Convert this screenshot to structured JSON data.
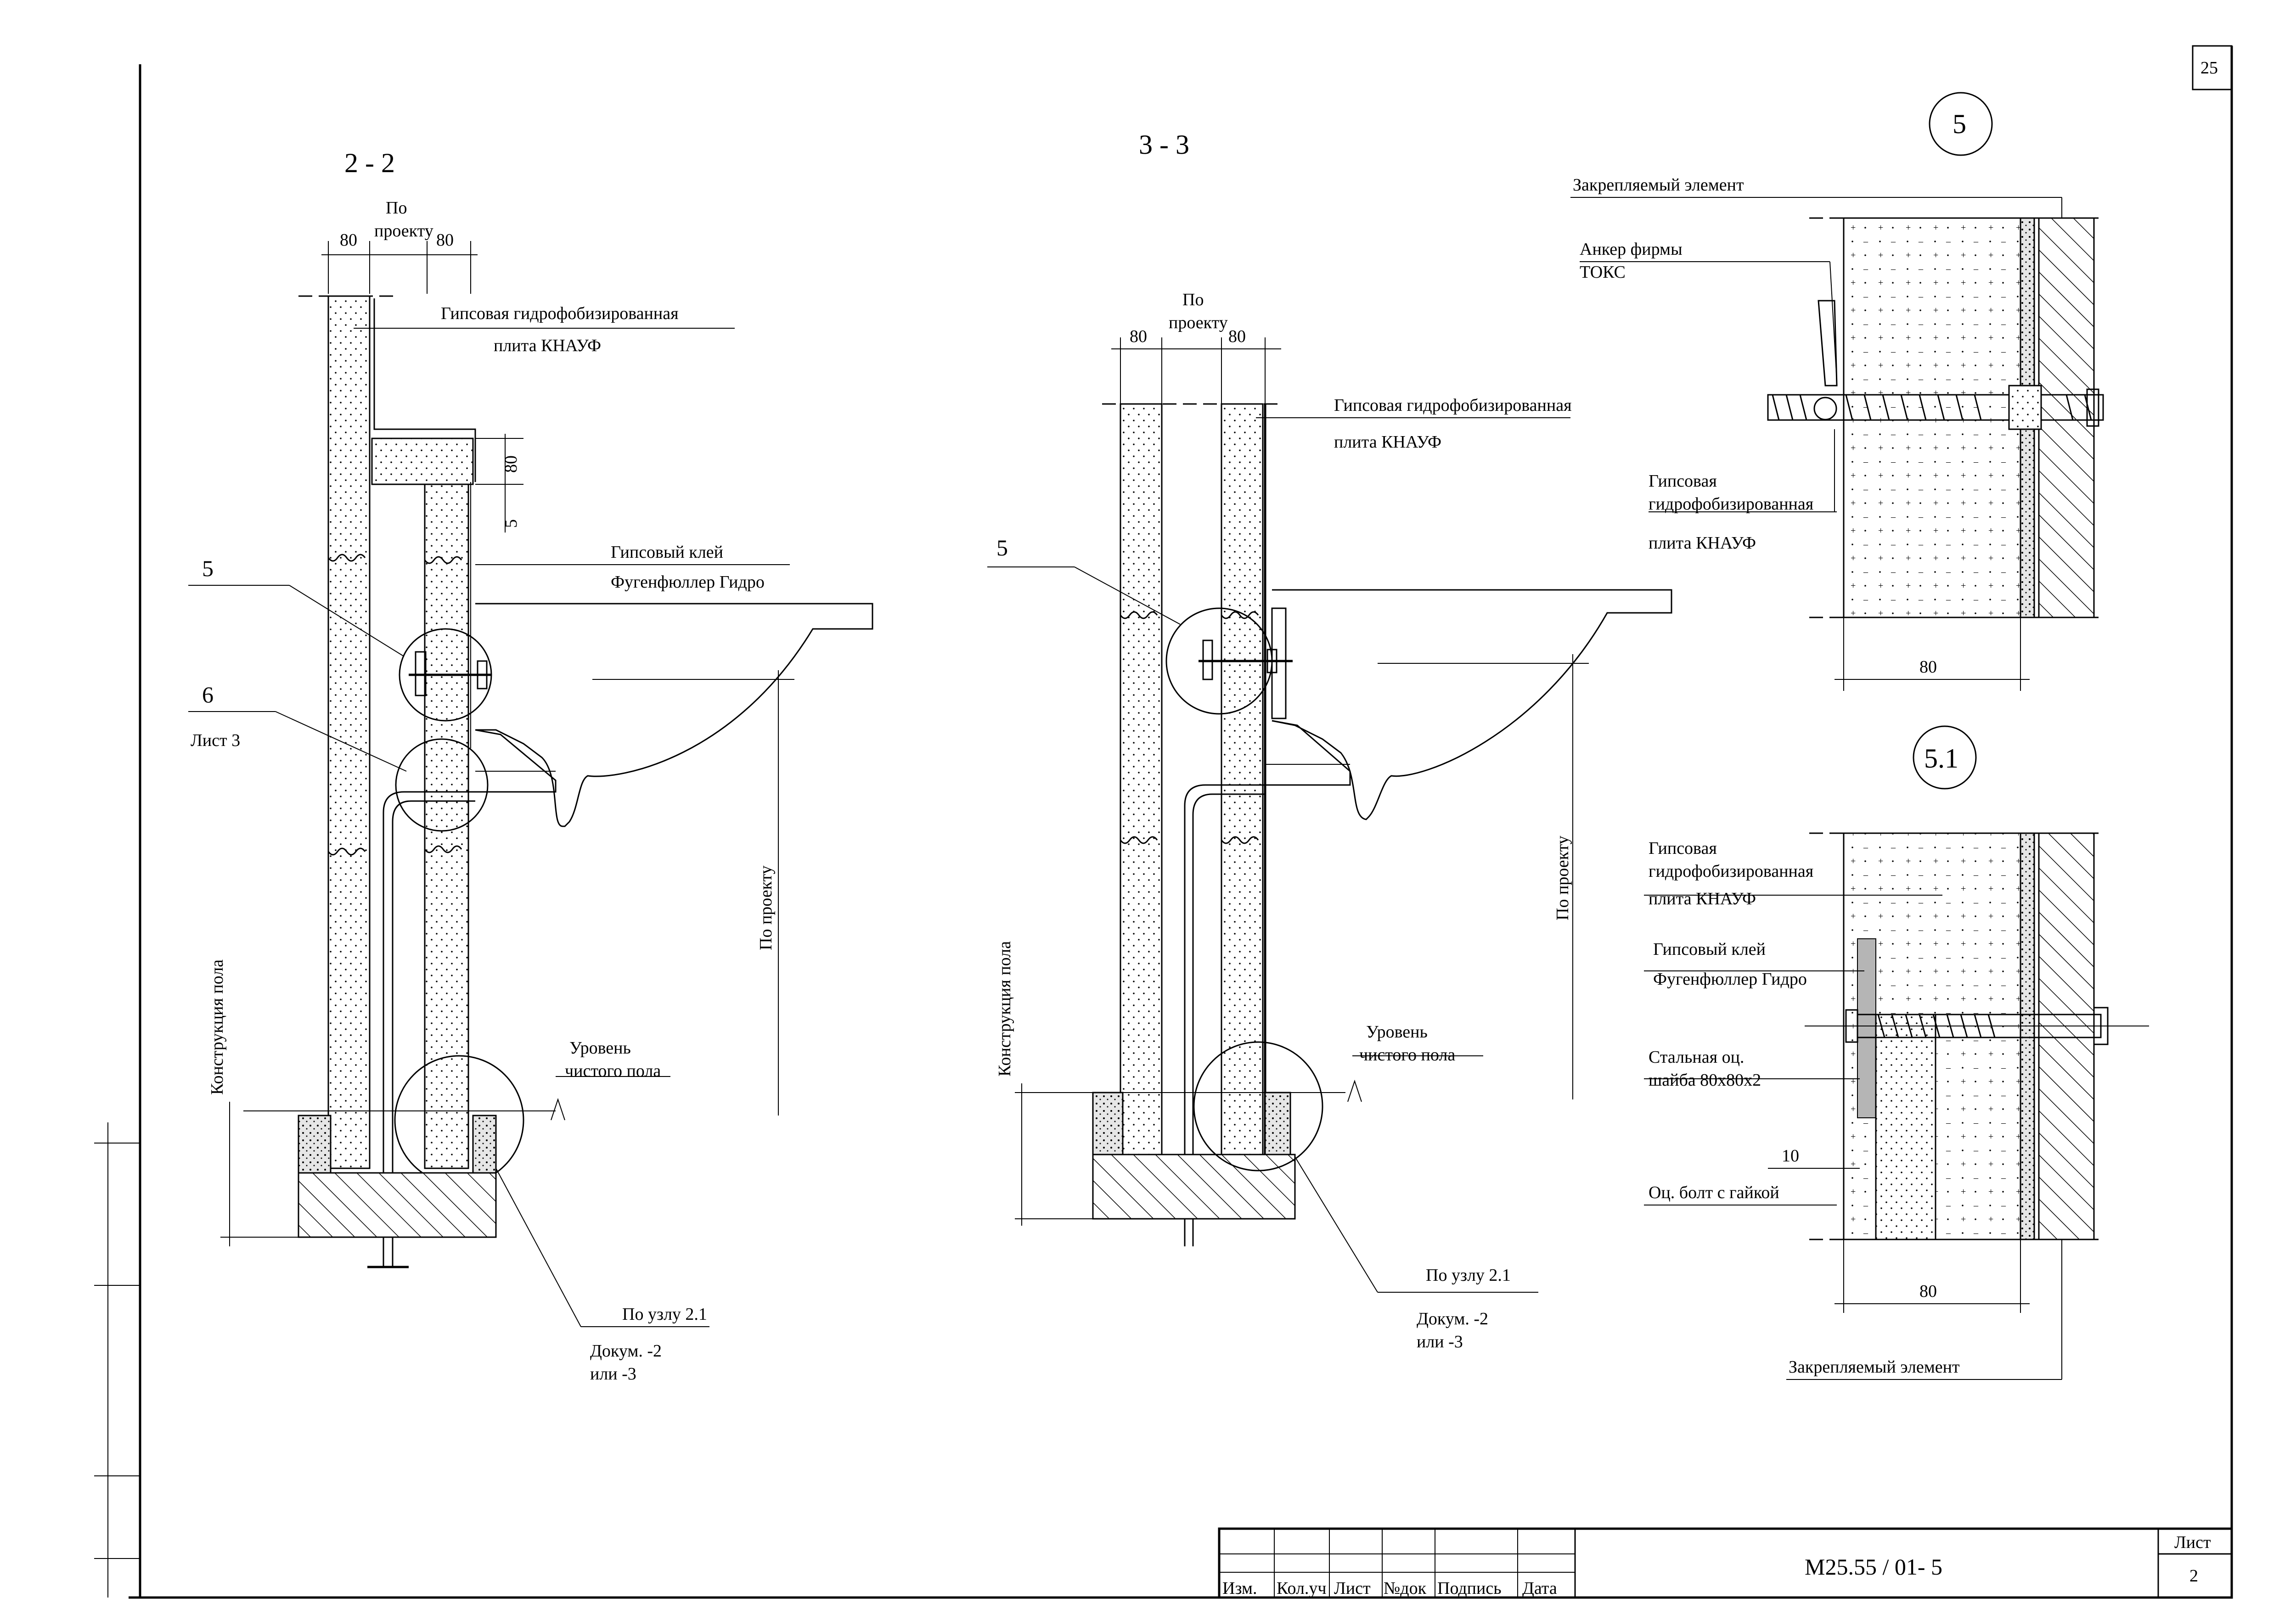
{
  "sheet_number": "25",
  "section_2_2": {
    "title": "2 - 2",
    "dim_left": "80",
    "dim_center_1": "По",
    "dim_center_2": "проекту",
    "dim_right": "80",
    "label_plate_1": "Гипсовая гидрофобизированная",
    "label_plate_2": "плита КНАУФ",
    "dim_80_vert": "80",
    "dim_5_vert": "5",
    "label_glue_1": "Гипсовый клей",
    "label_glue_2": "Фугенфюллер Гидро",
    "callout_5": "5",
    "callout_6": "6",
    "callout_6_sheet": "Лист 3",
    "label_floor_construction": "Конструкция пола",
    "label_by_project": "По проекту",
    "label_level_1": "Уровень",
    "label_level_2": "чистого пола",
    "label_node_ref": "По узлу 2.1",
    "label_doc_1": "Докум. -2",
    "label_doc_2": "или -3"
  },
  "section_3_3": {
    "title": "3 - 3",
    "dim_left": "80",
    "dim_center_1": "По",
    "dim_center_2": "проекту",
    "dim_right": "80",
    "label_plate_1": "Гипсовая гидрофобизированная",
    "label_plate_2": "плита КНАУФ",
    "callout_5": "5",
    "label_floor_construction": "Конструкция пола",
    "label_by_project": "По проекту",
    "label_level_1": "Уровень",
    "label_level_2": "чистого пола",
    "label_node_ref": "По узлу 2.1",
    "label_doc_1": "Докум. -2",
    "label_doc_2": "или -3"
  },
  "detail_5": {
    "number": "5",
    "label_fixed_element": "Закрепляемый элемент",
    "label_anchor_1": "Анкер фирмы",
    "label_anchor_2": "ТОКС",
    "label_plate_1": "Гипсовая",
    "label_plate_2": "гидрофобизированная",
    "label_plate_3": "плита КНАУФ",
    "dim_80": "80"
  },
  "detail_5_1": {
    "number": "5.1",
    "label_plate_1": "Гипсовая",
    "label_plate_2": "гидрофобизированная",
    "label_plate_3": "плита КНАУФ",
    "label_glue_1": "Гипсовый клей",
    "label_glue_2": "Фугенфюллер Гидро",
    "label_washer_1": "Стальная оц.",
    "label_washer_2": "шайба 80х80х2",
    "dim_10": "10",
    "label_bolt": "Оц. болт с гайкой",
    "dim_80": "80",
    "label_fixed_element": "Закрепляемый элемент"
  },
  "title_block": {
    "col_izm": "Изм.",
    "col_koluch": "Кол.уч",
    "col_list": "Лист",
    "col_ndok": "№док",
    "col_podpis": "Подпись",
    "col_data": "Дата",
    "document_code": "М25.55 / 01- 5",
    "sheet_label": "Лист",
    "sheet_value": "2"
  }
}
